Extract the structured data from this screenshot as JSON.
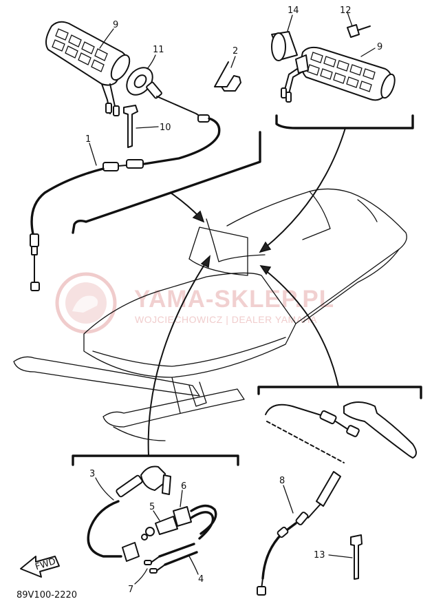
{
  "diagram": {
    "callouts": {
      "p1": "1",
      "p2": "2",
      "p3": "3",
      "p4": "4",
      "p5": "5",
      "p6": "6",
      "p7": "7",
      "p8": "8",
      "p9_left": "9",
      "p9_right": "9",
      "p10": "10",
      "p11": "11",
      "p12": "12",
      "p13": "13",
      "p14": "14"
    },
    "fwd_label": "FWD",
    "figure_code": "89V100-2220"
  },
  "watermark": {
    "brand": "YAMA-SKLEP.PL",
    "dealer": "WOJCIECHOWICZ | DEALER YAMAHA",
    "color": "#e6aaaa"
  }
}
